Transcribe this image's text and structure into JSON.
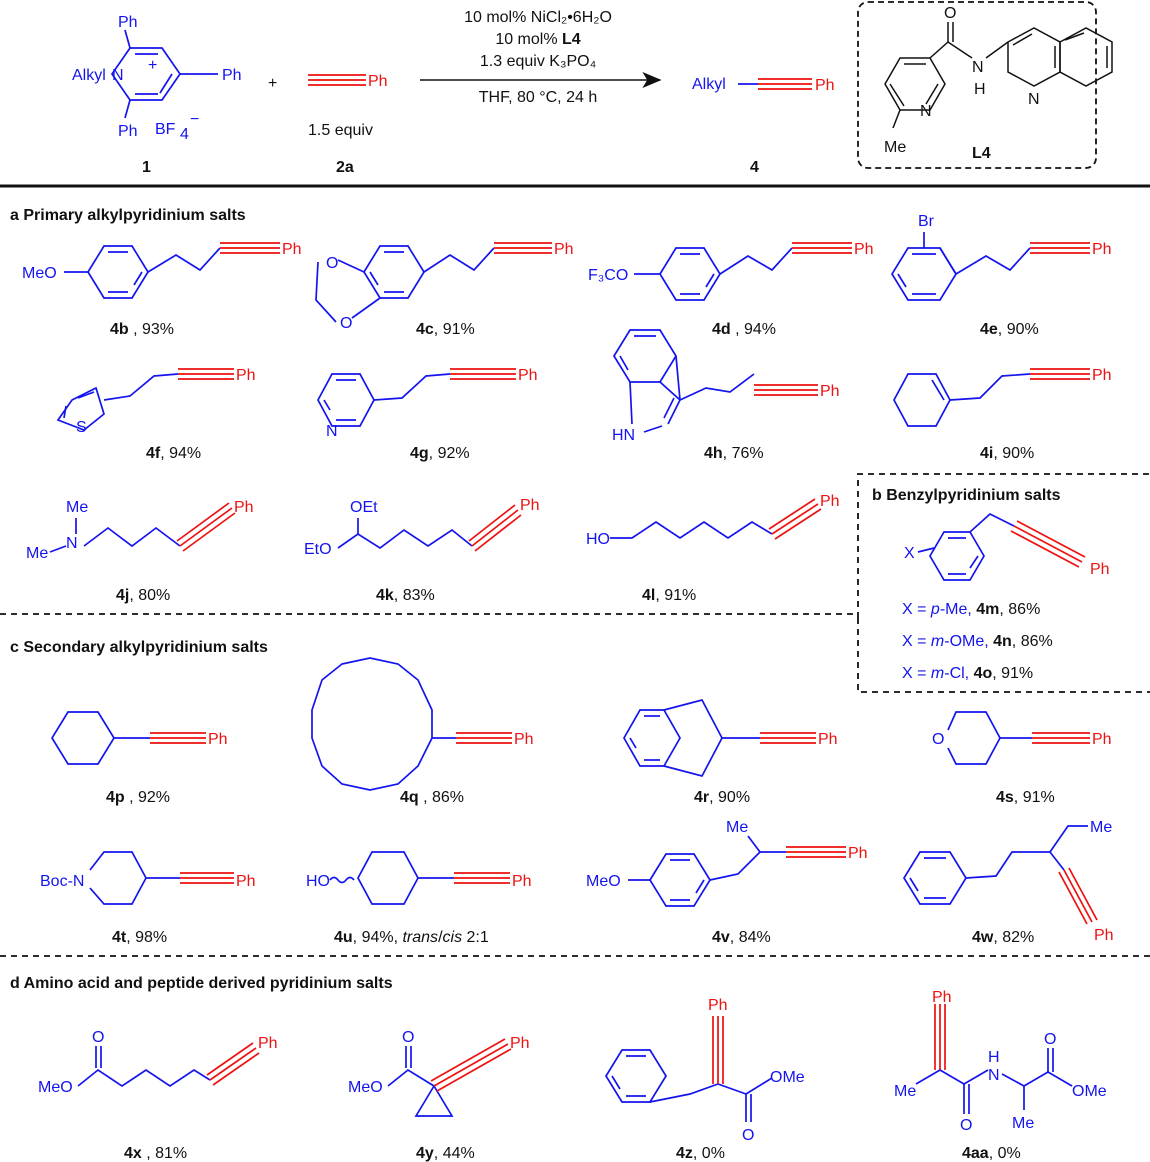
{
  "scheme": {
    "reactant1": {
      "id": "1",
      "alkyl": "Alkyl",
      "n_label": "N",
      "plus": "+",
      "ph": "Ph",
      "counterion": "BF",
      "counterion_sub": "4",
      "counterion_charge": "−"
    },
    "plus_sign": "+",
    "reactant2": {
      "id": "2a",
      "ph": "Ph",
      "amount": "1.5 equiv"
    },
    "conditions": {
      "line1": "10 mol% NiCl₂•6H₂O",
      "line2_prefix": "10 mol% ",
      "line2_bold": "L4",
      "line3": "1.3 equiv  K₃PO₄",
      "line4": "THF, 80 °C, 24 h"
    },
    "product": {
      "id": "4",
      "alkyl": "Alkyl",
      "ph": "Ph"
    },
    "ligand": {
      "name": "L4",
      "o": "O",
      "nh": "N",
      "h": "H",
      "n1": "N",
      "n2": "N",
      "me": "Me"
    }
  },
  "sections": {
    "a": "a Primary  alkylpyridinium  salts",
    "b": "b Benzylpyridinium  salts",
    "c": "c Secondary  alkylpyridinium  salts",
    "d": "d Amino acid  and  peptide derived  pyridinium salts"
  },
  "benzyl_options": [
    {
      "prefix": "X = ",
      "italic": "p",
      "rest": "-Me, ",
      "id": "4m",
      "yield": ", 86%"
    },
    {
      "prefix": "X = ",
      "italic": "m",
      "rest": "-OMe, ",
      "id": "4n",
      "yield": ", 86%"
    },
    {
      "prefix": "X = ",
      "italic": "m",
      "rest": "-Cl, ",
      "id": "4o",
      "yield": ", 91%"
    }
  ],
  "compounds": [
    {
      "id": "4b",
      "yield": " , 93%"
    },
    {
      "id": "4c",
      "yield": ", 91%"
    },
    {
      "id": "4d",
      "yield": " , 94%"
    },
    {
      "id": "4e",
      "yield": ", 90%"
    },
    {
      "id": "4f",
      "yield": ", 94%"
    },
    {
      "id": "4g",
      "yield": ", 92%"
    },
    {
      "id": "4h",
      "yield": ", 76%"
    },
    {
      "id": "4i",
      "yield": ", 90%"
    },
    {
      "id": "4j",
      "yield": ", 80%"
    },
    {
      "id": "4k",
      "yield": ", 83%"
    },
    {
      "id": "4l",
      "yield": ", 91%"
    },
    {
      "id": "4p",
      "yield": " , 92%"
    },
    {
      "id": "4q",
      "yield": " , 86%"
    },
    {
      "id": "4r",
      "yield": ", 90%"
    },
    {
      "id": "4s",
      "yield": ", 91%"
    },
    {
      "id": "4t",
      "yield": ", 98%"
    },
    {
      "id": "4u",
      "yield": ", 94%, ",
      "extra_i1": "trans",
      "extra_mid": "/",
      "extra_i2": "cis",
      "extra_end": " 2:1"
    },
    {
      "id": "4v",
      "yield": ", 84%"
    },
    {
      "id": "4w",
      "yield": ", 82%"
    },
    {
      "id": "4x",
      "yield": " , 81%"
    },
    {
      "id": "4y",
      "yield": ", 44%"
    },
    {
      "id": "4z",
      "yield": ", 0%"
    },
    {
      "id": "4aa",
      "yield": ", 0%"
    }
  ],
  "atoms": {
    "ph": "Ph",
    "meo": "MeO",
    "f3co": "F₃CO",
    "br": "Br",
    "s": "S",
    "n": "N",
    "hn": "HN",
    "me": "Me",
    "oet": "OEt",
    "eto": "EtO",
    "ho": "HO",
    "x": "X",
    "o": "O",
    "boc": "Boc",
    "et": "Me",
    "ome": "OMe",
    "h": "H"
  }
}
